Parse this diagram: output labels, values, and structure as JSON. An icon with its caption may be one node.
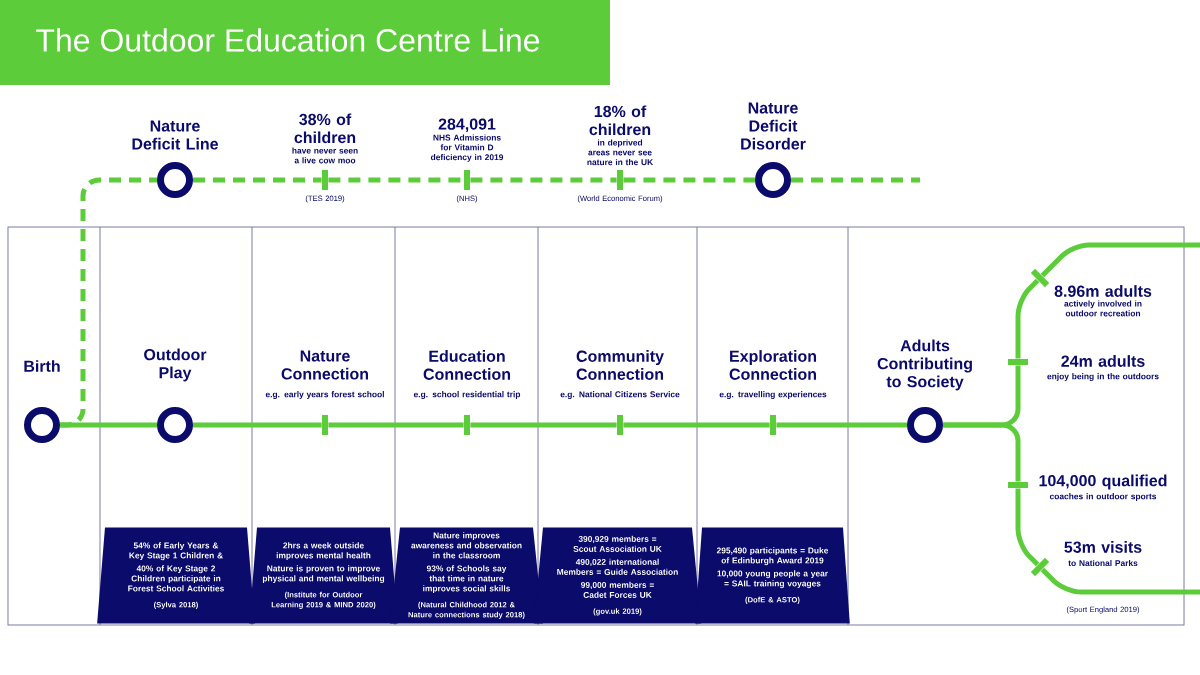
{
  "diagram": {
    "title": "The Outdoor Education Centre Line",
    "nodes": [
      {
        "text": [
          "Nature Deficit Line"
        ]
      },
      {
        "text": [
          "38% of children",
          "have never seen a live cow moo"
        ],
        "beside": [
          "(TES 2019)"
        ]
      },
      {
        "text": [
          "284,091",
          "NHS Admissions for Vitamin D deficiency in 2019"
        ],
        "beside": [
          "(NHS)"
        ]
      },
      {
        "text": [
          "18% of children",
          "in deprived areas never see nature in the UK"
        ],
        "beside": [
          "(World Economic Forum)"
        ]
      },
      {
        "text": [
          "Nature Deficit Disorder"
        ]
      },
      {
        "text": [
          "Birth"
        ]
      },
      {
        "text": [
          "Outdoor Play"
        ]
      },
      {
        "text": [
          "Nature Connection",
          "e.g. early years forest school"
        ]
      },
      {
        "text": [
          "Education Connection",
          "e.g. school residential trip"
        ]
      },
      {
        "text": [
          "Community Connection",
          "e.g. National Citizens Service"
        ]
      },
      {
        "text": [
          "Exploration Connection",
          "e.g. travelling experiences"
        ]
      },
      {
        "text": [
          "Adults Contributing to Society"
        ]
      },
      {
        "text": [
          "8.96m adults",
          "actively involved in outdoor recreation"
        ]
      },
      {
        "text": [
          "24m adults",
          "enjoy being in the outdoors"
        ]
      },
      {
        "text": [
          "104,000 qualified",
          "coaches in outdoor sports"
        ]
      },
      {
        "text": [
          "53m visits",
          "to National Parks"
        ]
      },
      {
        "text": [
          "54% of Early Years & Key Stage 1 Children &",
          "40% of Key Stage 2 Children participate in Forest School Activities",
          "(Sylva 2018)"
        ]
      },
      {
        "text": [
          "2hrs a week outside improves mental health",
          "Nature is proven to improve physical and mental wellbeing",
          "(Institute for Outdoor Learning 2019 & MIND 2020)"
        ]
      },
      {
        "text": [
          "Nature improves awareness and observation in the classroom",
          "93% of Schools say that time in nature improves social skills",
          "(Natural Childhood 2012 & Nature connections study 2018)"
        ]
      },
      {
        "text": [
          "390,929 members = Scout Association UK",
          "490,022 international Members = Guide Association",
          "99,000 members = Cadet Forces UK",
          "(gov.uk 2019)"
        ]
      },
      {
        "text": [
          "295,490 participants = Duke of Edinburgh Award 2019",
          "10,000 young people a year = SAIL training voyages",
          "(DofE & ASTO)"
        ]
      }
    ],
    "edges": [
      {
        "from": 5,
        "to": 6,
        "arrow": "none"
      },
      {
        "from": 6,
        "to": 7,
        "arrow": "none"
      },
      {
        "from": 7,
        "to": 8,
        "arrow": "none"
      },
      {
        "from": 8,
        "to": 9,
        "arrow": "none"
      },
      {
        "from": 9,
        "to": 10,
        "arrow": "none"
      },
      {
        "from": 10,
        "to": 11,
        "arrow": "none"
      },
      {
        "from": 11,
        "to": 13,
        "arrow": "none"
      },
      {
        "from": 13,
        "to": 12,
        "arrow": "none"
      },
      {
        "from": 12,
        "to": null,
        "arrow": "none"
      },
      {
        "from": 11,
        "to": 14,
        "arrow": "none"
      },
      {
        "from": 14,
        "to": 15,
        "arrow": "none"
      },
      {
        "from": 15,
        "to": null,
        "arrow": "none"
      },
      {
        "from": 5,
        "to": 0,
        "arrow": "none",
        "style": "dashed"
      },
      {
        "from": 0,
        "to": 1,
        "arrow": "none",
        "style": "dashed"
      },
      {
        "from": 1,
        "to": 2,
        "arrow": "none",
        "style": "dashed"
      },
      {
        "from": 2,
        "to": 3,
        "arrow": "none",
        "style": "dashed"
      },
      {
        "from": 3,
        "to": 4,
        "arrow": "none",
        "style": "dashed"
      },
      {
        "from": 4,
        "to": null,
        "arrow": "none",
        "style": "dashed"
      }
    ],
    "labels": [
      "(Sport England 2019)"
    ]
  }
}
